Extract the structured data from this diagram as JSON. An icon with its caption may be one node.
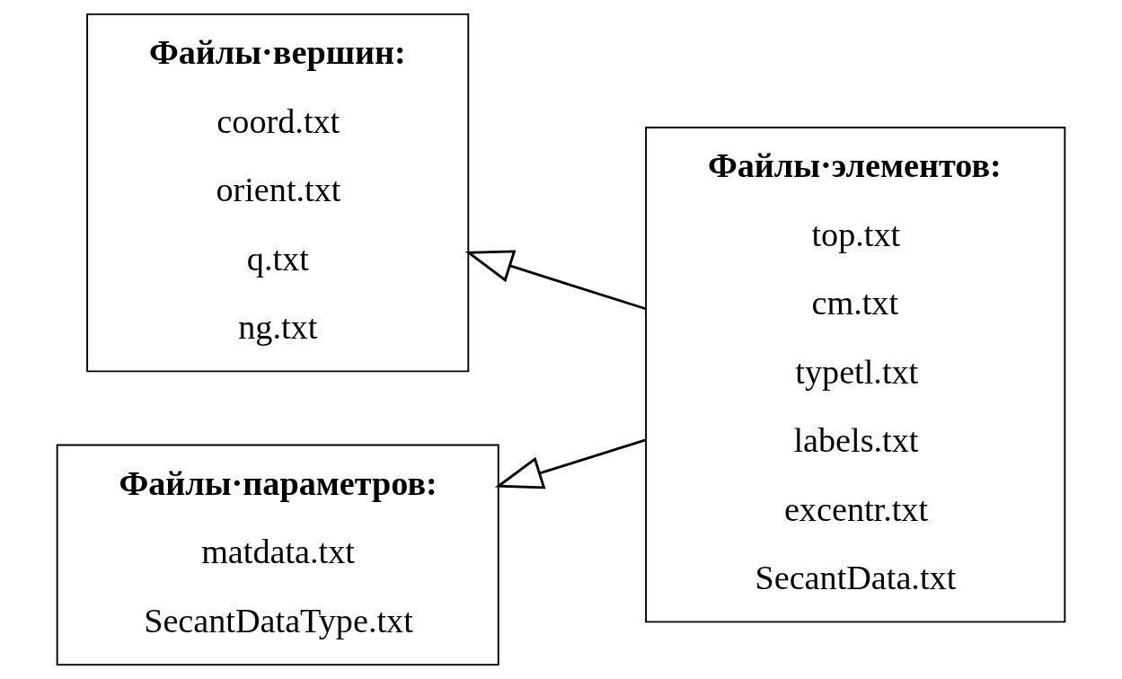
{
  "diagram": {
    "nodes": [
      {
        "text": [
          "Файлы·вершин:",
          "coord.txt",
          "orient.txt",
          "q.txt",
          "ng.txt"
        ]
      },
      {
        "text": [
          "Файлы·параметров:",
          "matdata.txt",
          "SecantDataType.txt"
        ]
      },
      {
        "text": [
          "Файлы·элементов:",
          "top.txt",
          "cm.txt",
          "typetl.txt",
          "labels.txt",
          "excentr.txt",
          "SecantData.txt"
        ]
      }
    ],
    "edges": [
      {
        "from": 2,
        "to": 0,
        "arrow": "to"
      },
      {
        "from": 2,
        "to": 1,
        "arrow": "to"
      }
    ]
  }
}
